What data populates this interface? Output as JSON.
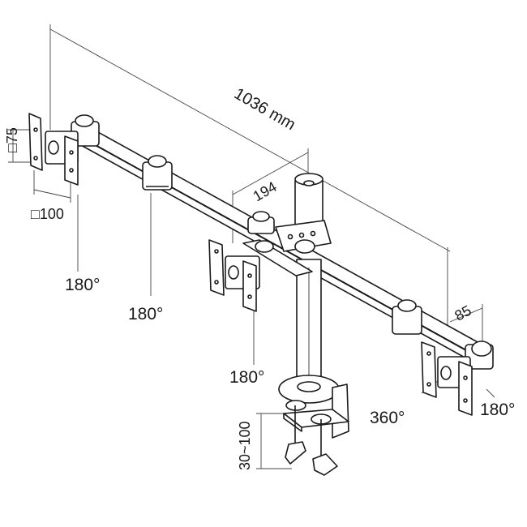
{
  "dimensions": {
    "total_width": "1036 mm",
    "pole_arm_width": "194",
    "end_offset": "85",
    "vesa_vertical": "□75",
    "vesa_horizontal": "□100",
    "clamp_range": "30~100"
  },
  "rotations": {
    "left_tilt": "180°",
    "inner_left_joint": "180°",
    "center_mount": "180°",
    "right_swivel": "360°",
    "right_tilt": "180°"
  },
  "colors": {
    "line": "#1a1a1a",
    "part_fill": "#ffffff",
    "dimension_line": "#444444"
  }
}
